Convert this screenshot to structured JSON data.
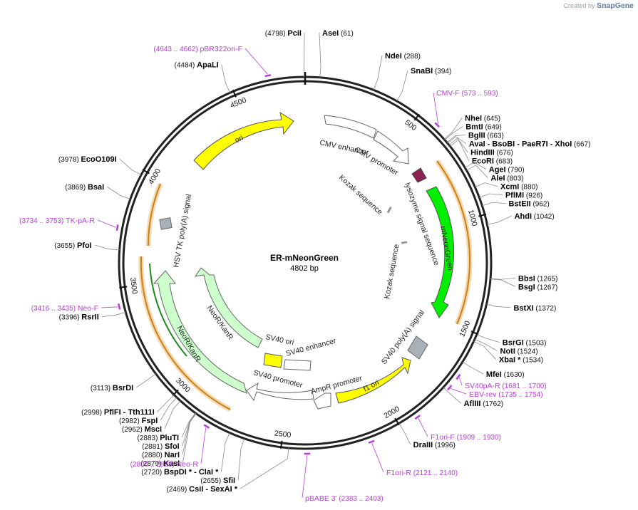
{
  "brand": {
    "prefix": "Created by",
    "logo": "SnapGene"
  },
  "plasmid": {
    "name": "ER-mNeonGreen",
    "length_label": "4802 bp",
    "length": 4802
  },
  "ticks": [
    "500",
    "1000",
    "1500",
    "2000",
    "2500",
    "3000",
    "3500",
    "4000",
    "4500"
  ],
  "sites": [
    {
      "name": "PciI",
      "pos": "(4798)",
      "bp": 4798
    },
    {
      "name": "AseI",
      "pos": "(61)",
      "bp": 61
    },
    {
      "name": "NdeI",
      "pos": "(288)",
      "bp": 288
    },
    {
      "name": "SnaBI",
      "pos": "(394)",
      "bp": 394
    },
    {
      "name": "NheI",
      "pos": "(645)",
      "bp": 645
    },
    {
      "name": "BmtI",
      "pos": "(649)",
      "bp": 649
    },
    {
      "name": "BglII",
      "pos": "(663)",
      "bp": 663
    },
    {
      "name": "AvaI  - BsoBI  - PaeR7I  - XhoI",
      "pos": "(667)",
      "bp": 667
    },
    {
      "name": "HindIII",
      "pos": "(676)",
      "bp": 676
    },
    {
      "name": "EcoRI",
      "pos": "(683)",
      "bp": 683
    },
    {
      "name": "AgeI",
      "pos": "(790)",
      "bp": 790
    },
    {
      "name": "AleI",
      "pos": "(803)",
      "bp": 803
    },
    {
      "name": "XcmI",
      "pos": "(880)",
      "bp": 880
    },
    {
      "name": "PflMI",
      "pos": "(926)",
      "bp": 926
    },
    {
      "name": "BstEII",
      "pos": "(962)",
      "bp": 962
    },
    {
      "name": "AhdI",
      "pos": "(1042)",
      "bp": 1042
    },
    {
      "name": "BbsI",
      "pos": "(1265)",
      "bp": 1265
    },
    {
      "name": "BsgI",
      "pos": "(1267)",
      "bp": 1267
    },
    {
      "name": "BstXI",
      "pos": "(1372)",
      "bp": 1372
    },
    {
      "name": "BsrGI",
      "pos": "(1503)",
      "bp": 1503
    },
    {
      "name": "NotI",
      "pos": "(1524)",
      "bp": 1524
    },
    {
      "name": "XbaI *",
      "pos": "(1534)",
      "bp": 1534
    },
    {
      "name": "MfeI",
      "pos": "(1630)",
      "bp": 1630
    },
    {
      "name": "AflIII",
      "pos": "(1762)",
      "bp": 1762
    },
    {
      "name": "DraIII",
      "pos": "(1996)",
      "bp": 1996
    },
    {
      "name": "CsiI  - SexAI *",
      "pos": "(2469)",
      "bp": 2469
    },
    {
      "name": "SfiI",
      "pos": "(2655)",
      "bp": 2655
    },
    {
      "name": "BspDI *  - ClaI *",
      "pos": "(2720)",
      "bp": 2720
    },
    {
      "name": "KasI",
      "pos": "(2879)",
      "bp": 2879
    },
    {
      "name": "NarI",
      "pos": "(2880)",
      "bp": 2880
    },
    {
      "name": "SfoI",
      "pos": "(2881)",
      "bp": 2881
    },
    {
      "name": "PluTI",
      "pos": "(2883)",
      "bp": 2883
    },
    {
      "name": "MscI",
      "pos": "(2962)",
      "bp": 2962
    },
    {
      "name": "FspI",
      "pos": "(2982)",
      "bp": 2982
    },
    {
      "name": "PflFI  - Tth111I",
      "pos": "(2998)",
      "bp": 2998
    },
    {
      "name": "BsrDI",
      "pos": "(3113)",
      "bp": 3113
    },
    {
      "name": "RsrII",
      "pos": "(3396)",
      "bp": 3396
    },
    {
      "name": "PfoI",
      "pos": "(3655)",
      "bp": 3655
    },
    {
      "name": "BsaI",
      "pos": "(3869)",
      "bp": 3869
    },
    {
      "name": "EcoO109I",
      "pos": "(3978)",
      "bp": 3978
    },
    {
      "name": "ApaLI",
      "pos": "(4484)",
      "bp": 4484
    }
  ],
  "primers": [
    {
      "name": "pBR322ori-F",
      "range": "(4643 .. 4662)",
      "bp": 4652
    },
    {
      "name": "CMV-F",
      "range": "(573 .. 593)",
      "bp": 583
    },
    {
      "name": "SV40pA-R",
      "range": "(1681 .. 1700)",
      "bp": 1690
    },
    {
      "name": "EBV-rev",
      "range": "(1735 .. 1754)",
      "bp": 1745
    },
    {
      "name": "F1ori-F",
      "range": "(1909 .. 1930)",
      "bp": 1920
    },
    {
      "name": "F1ori-R",
      "range": "(2121 .. 2140)",
      "bp": 2130
    },
    {
      "name": "pBABE 3'",
      "range": "(2383 .. 2403)",
      "bp": 2393
    },
    {
      "name": "Neo-R",
      "range": "(2806 .. 2825)",
      "bp": 2815
    },
    {
      "name": "Neo-F",
      "range": "(3416 .. 3435)",
      "bp": 3425
    },
    {
      "name": "TK-pA-R",
      "range": "(3734 .. 3753)",
      "bp": 3743
    }
  ],
  "features": [
    {
      "label": "ori",
      "color": "#ffff00"
    },
    {
      "label": "CMV enhancer",
      "color": "#ffffff"
    },
    {
      "label": "CMV promoter",
      "color": "#ffffff"
    },
    {
      "label": "lysozyme signal sequence",
      "color": "#8b2252"
    },
    {
      "label": "Kozak sequence",
      "color": "#999999"
    },
    {
      "label": "mNeonGreen",
      "color": "#00ee00"
    },
    {
      "label": "Kozak sequence",
      "color": "#999999"
    },
    {
      "label": "SV40 poly(A) signal",
      "color": "#a9b0b8"
    },
    {
      "label": "f1 ori",
      "color": "#ffff00"
    },
    {
      "label": "AmpR promoter",
      "color": "#ffffff"
    },
    {
      "label": "SV40 promoter",
      "color": "#ffffff"
    },
    {
      "label": "SV40 enhancer",
      "color": "#ffffff"
    },
    {
      "label": "SV40 ori",
      "color": "#ffff00"
    },
    {
      "label": "NeoR/KanR",
      "color": "#ccffcc"
    },
    {
      "label": "NeoR/KanR",
      "color": "#ccffcc"
    },
    {
      "label": "HSV TK poly(A) signal",
      "color": "#a9b0b8"
    }
  ],
  "colors": {
    "primer": "#b43fd3",
    "orf": "#e8a33d",
    "backbone": "#222222"
  }
}
